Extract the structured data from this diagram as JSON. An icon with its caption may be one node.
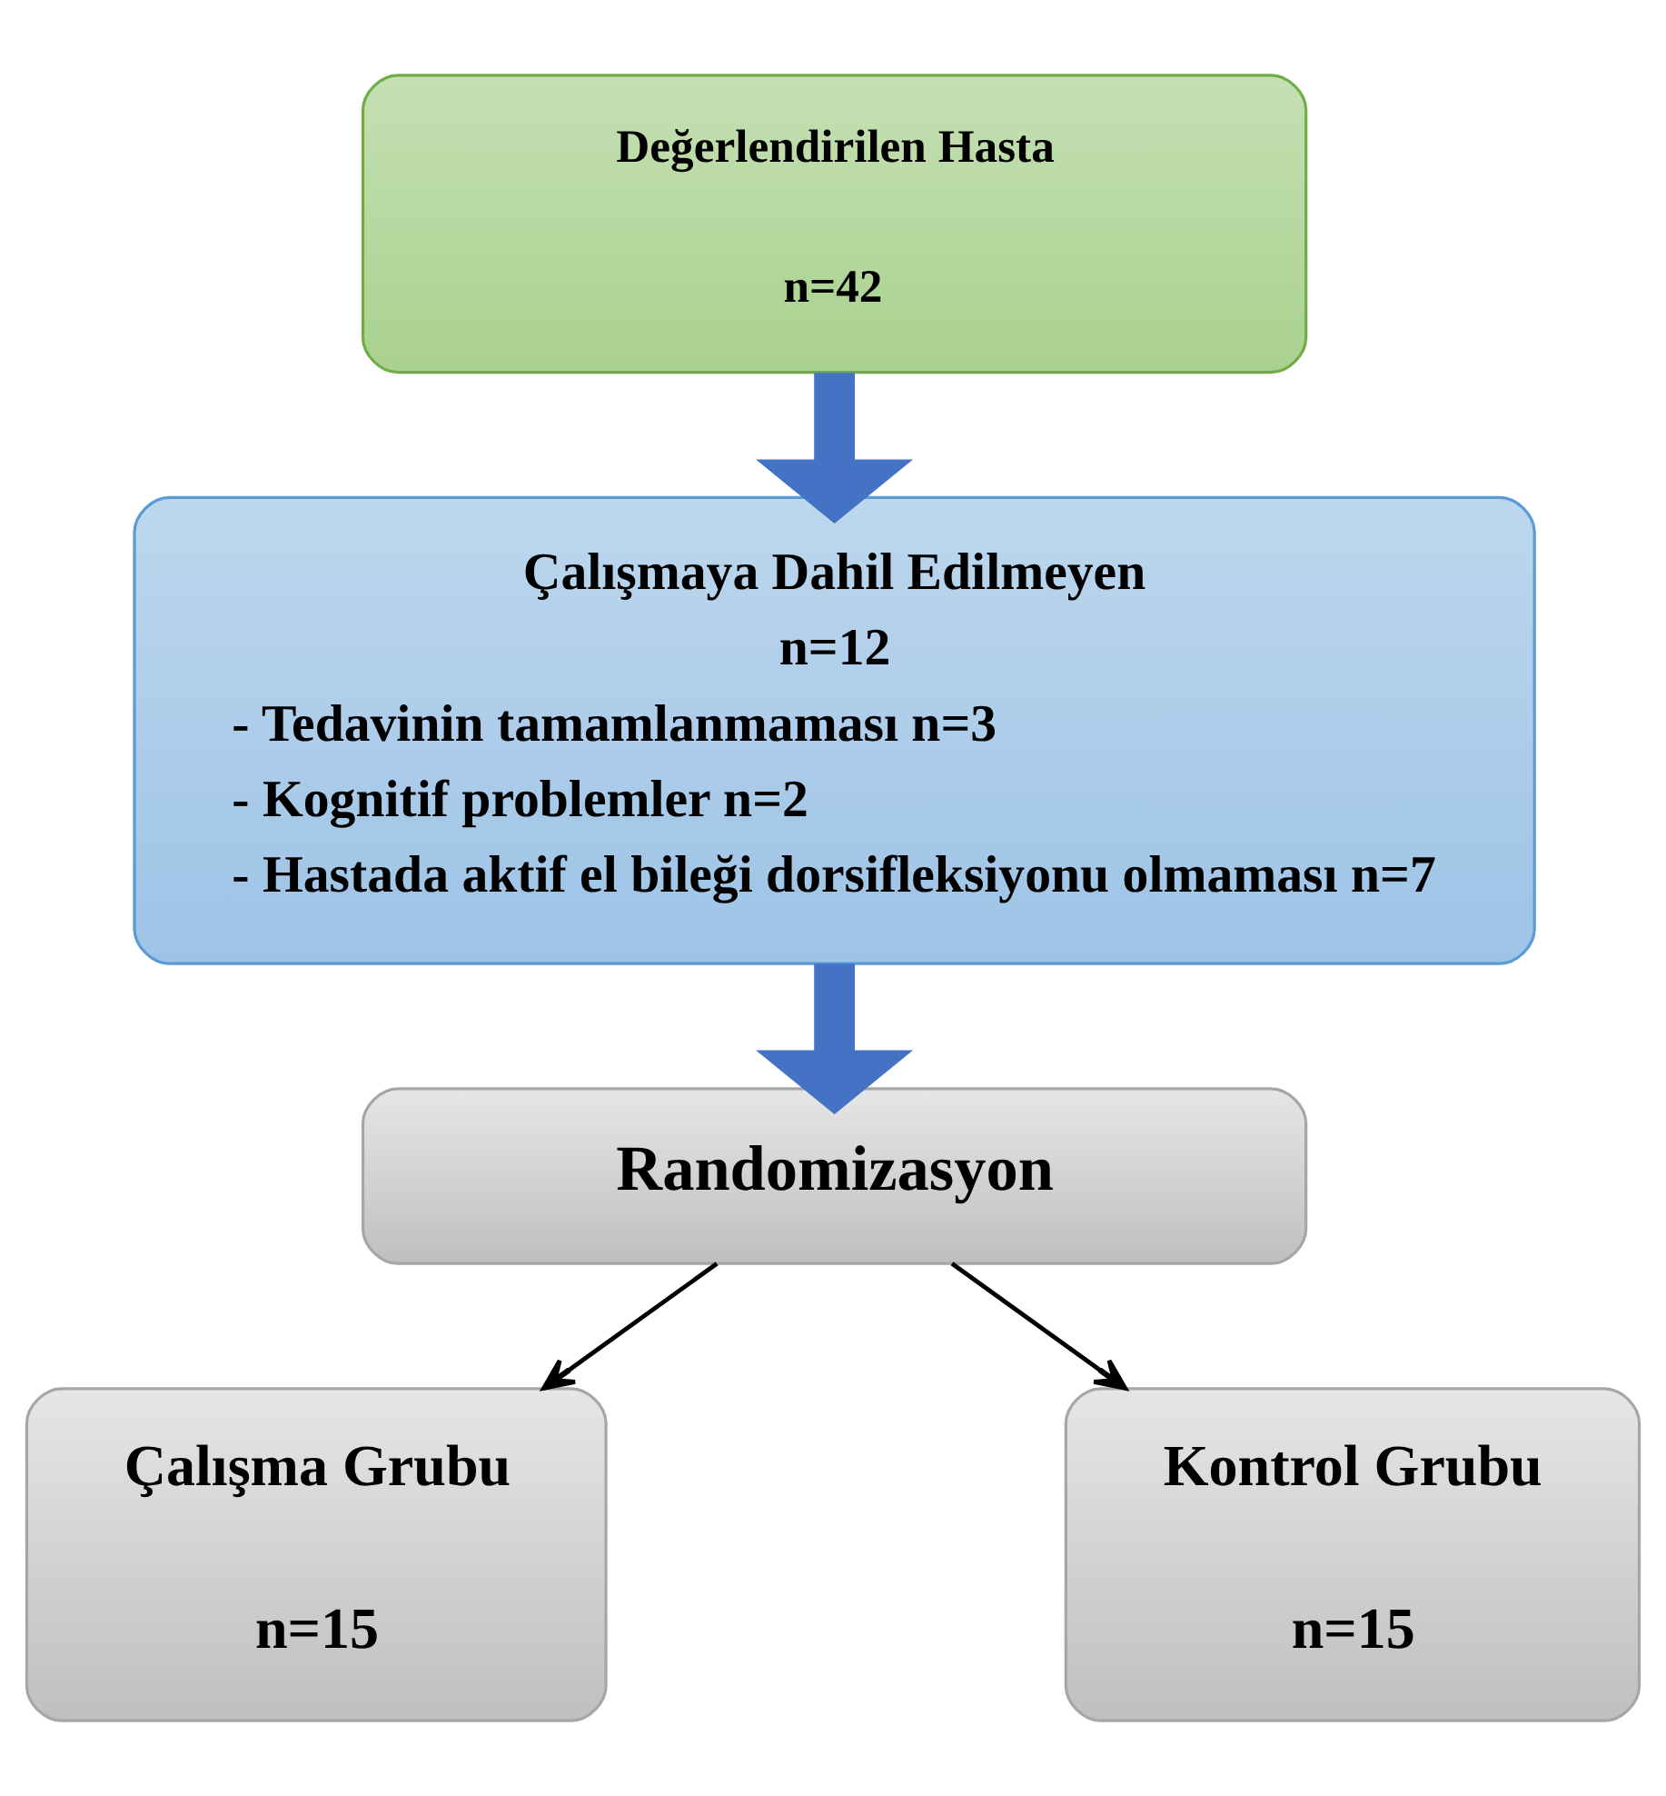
{
  "diagram": {
    "nodes": [
      {
        "text": [
          "Değerlendirilen Hasta",
          "n=42"
        ]
      },
      {
        "text": [
          "Çalışmaya Dahil Edilmeyen",
          "n=12",
          "- Tedavinin tamamlanmaması n=3",
          "- Kognitif problemler n=2",
          "- Hastada aktif el bileği dorsifleksiyonu olmaması n=7"
        ]
      },
      {
        "text": [
          "Randomizasyon"
        ]
      },
      {
        "text": [
          "Çalışma Grubu",
          "n=15"
        ]
      },
      {
        "text": [
          "Kontrol Grubu",
          "n=15"
        ]
      }
    ],
    "edges": [
      {
        "from": 0,
        "to": 1,
        "arrow": "to",
        "style": "thick",
        "color": "#4472c4"
      },
      {
        "from": 1,
        "to": 2,
        "arrow": "to",
        "style": "thick",
        "color": "#4472c4"
      },
      {
        "from": 2,
        "to": 3,
        "arrow": "to",
        "color": "#000000"
      },
      {
        "from": 2,
        "to": 4,
        "arrow": "to",
        "color": "#000000"
      }
    ]
  }
}
